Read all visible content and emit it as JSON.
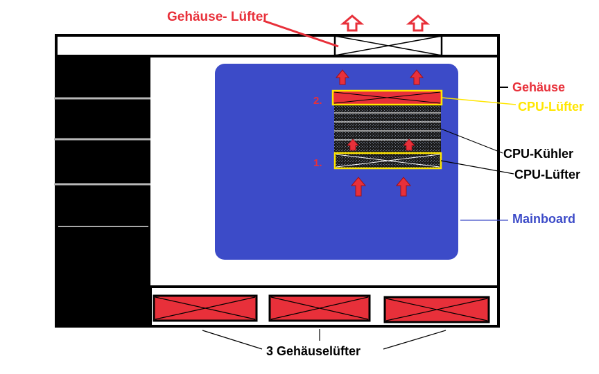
{
  "labels": {
    "gehaeuse_luefter": "Gehäuse- Lüfter",
    "gehaeuse": "Gehäuse",
    "cpu_luefter_top": "CPU-Lüfter",
    "cpu_kuehler": "CPU-Kühler",
    "cpu_luefter_bottom": "CPU-Lüfter",
    "mainboard": "Mainboard",
    "drei_gehaeuseluefter": "3 Gehäuselüfter",
    "num_2": "2.",
    "num_1": "1."
  },
  "colors": {
    "red": "#e8303a",
    "mainboard": "#3c4bc8",
    "yellow": "#ffe600",
    "black": "#000000"
  }
}
